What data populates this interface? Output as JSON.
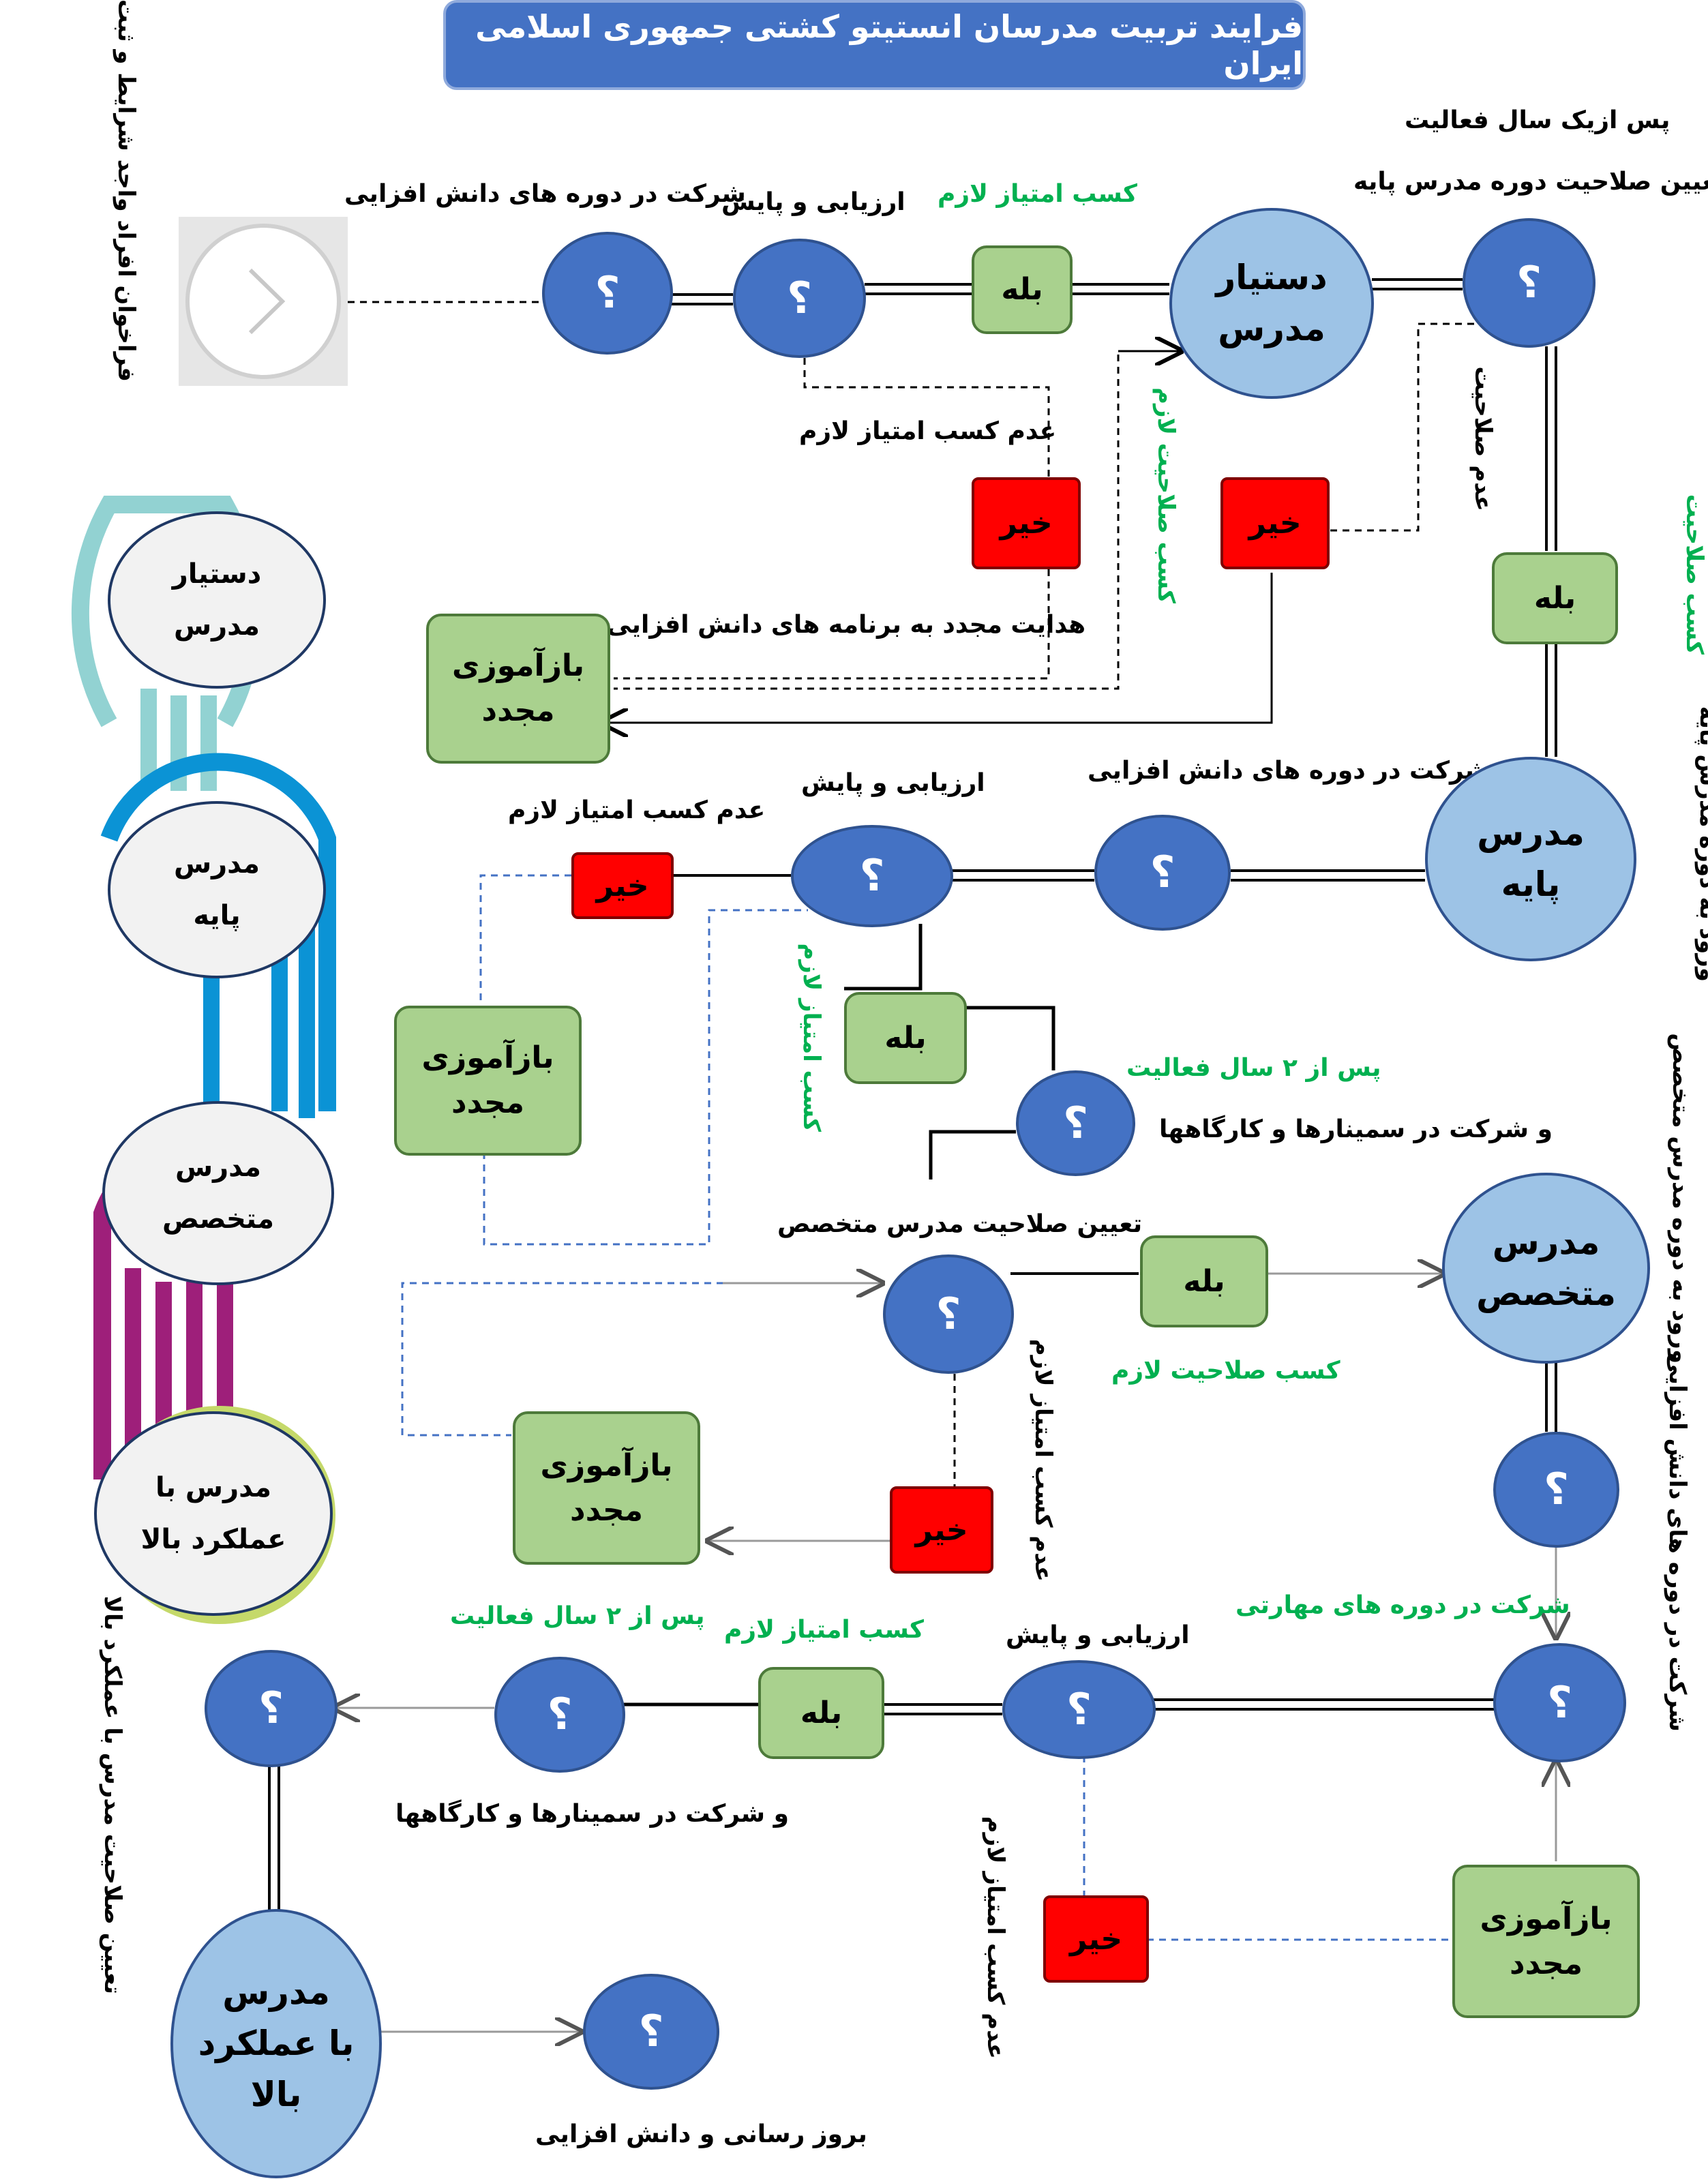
{
  "title": "فرایند تربیت مدرسان انستیتو کشتی جمهوری اسلامی ایران",
  "question_mark": "؟",
  "nodes": {
    "assistant": "دستیار\nمدرس",
    "base": "مدرس\nپایه",
    "expert": "مدرس\nمتخصص",
    "high": "مدرس\nبا عملکرد\nبالا",
    "yes": "بله",
    "no": "خیر",
    "retrain": "بازآموزی\nمجدد"
  },
  "labels": {
    "call": "فراخوان افراد واجد شرایط و ثبت نام",
    "knowledge_course": "شرکت در دوره های دانش افزایی",
    "evaluation": "ارزیابی و پایش",
    "score_gained": "کسب امتیاز لازم",
    "score_not_gained": "عدم کسب امتیاز لازم",
    "after_one_year": "پس ازیک سال فعالیت",
    "base_qualification": "تعیین صلاحیت  دوره مدرس پایه",
    "no_qualification": "عدم صلاحیت",
    "qualification_gained": "کسب صلاحیت لازم",
    "qualification_gained_short": "کسب صلاحیت",
    "redirect": "هدایت مجدد به برنامه های دانش افزایی",
    "enter_base": "ورود به دوره مدرس پایه",
    "after_two_years": "پس از ۲ سال فعالیت",
    "seminars": "و شرکت در سمینارها و کارگاهها",
    "expert_qualification": "تعیین صلاحیت  مدرس متخصص",
    "enter_expert": "ورود به دوره مدرس متخصص",
    "knowledge_course_v": "شرکت در دوره های دانش افزایی",
    "skill_courses": "شرکت در دوره های مهارتی",
    "high_qualification": "تعیین صلاحیت  مدرس با عملکرد بالا",
    "update": "بروز رسانی و دانش افزایی"
  },
  "stages": {
    "assistant": "دستیار\nمدرس",
    "base": "مدرس\nپایه",
    "expert": "مدرس\nمتخصص",
    "high": "مدرس با\nعملکرد بالا"
  },
  "colors": {
    "blue_node": "#4472C4",
    "light_node": "#9DC3E6",
    "green_box": "#A9D18E",
    "red_box": "#FF0000",
    "label_green": "#00B050",
    "band_teal": "#92D2D2",
    "band_blue": "#0B93D5",
    "band_purple": "#9E1F7A",
    "band_lime": "#C5D96A"
  },
  "icons": {
    "start": "chevron-right-icon"
  }
}
